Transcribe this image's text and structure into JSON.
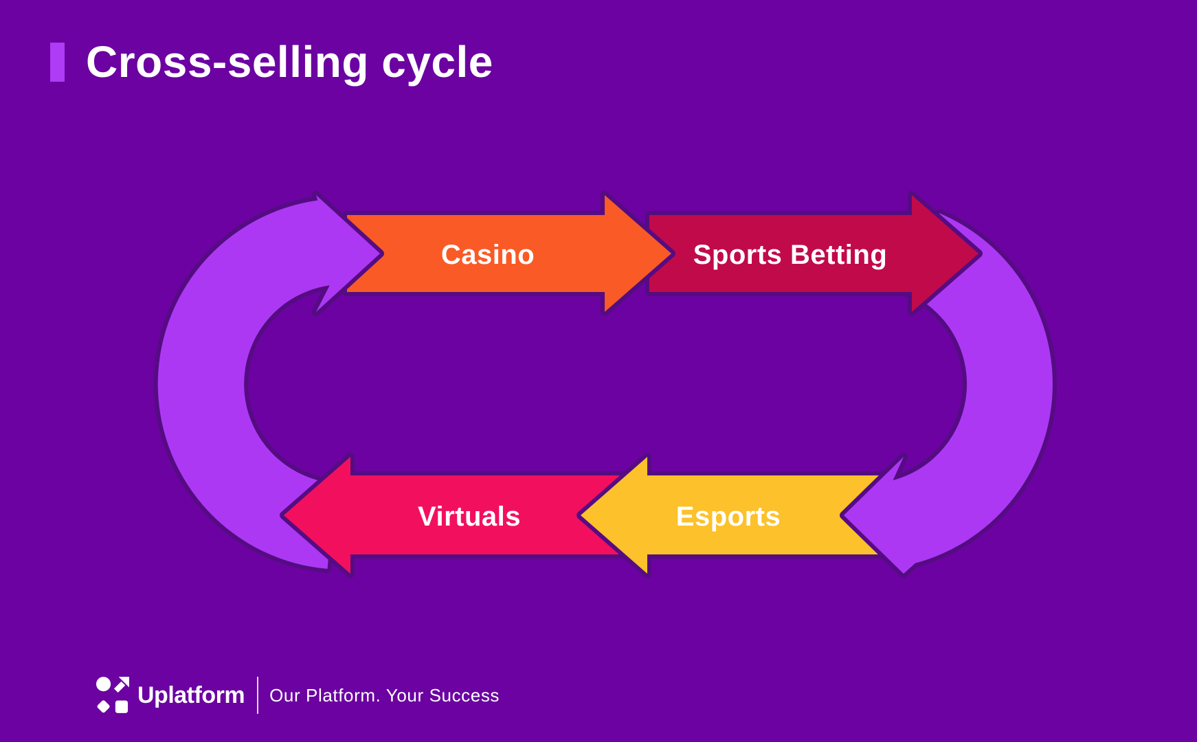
{
  "page": {
    "background_color": "#6B02A1",
    "outline_color": "#550C82"
  },
  "header": {
    "title": "Cross-selling cycle",
    "accent_color": "#AE3BF5"
  },
  "cycle": {
    "connector_color": "#AC38F4",
    "steps": [
      {
        "label": "Casino",
        "color": "#FA5A26",
        "direction": "right"
      },
      {
        "label": "Sports Betting",
        "color": "#C10A49",
        "direction": "right"
      },
      {
        "label": "Esports",
        "color": "#FCC12B",
        "direction": "left"
      },
      {
        "label": "Virtuals",
        "color": "#F2105E",
        "direction": "left"
      }
    ]
  },
  "footer": {
    "brand": "Uplatform",
    "tagline": "Our Platform. Your Success",
    "logo_icon": "uplatform-shapes-icon"
  }
}
